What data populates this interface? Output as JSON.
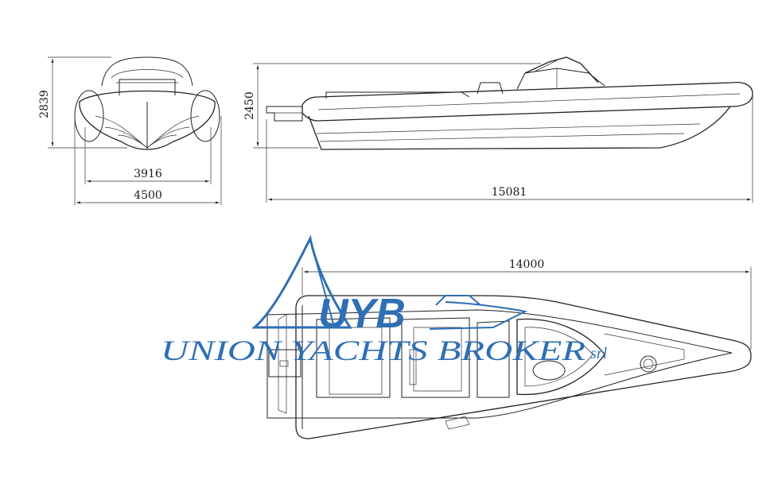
{
  "dimensions": {
    "front_height": "2839",
    "front_inner_width": "3916",
    "front_outer_width": "4500",
    "side_height": "2450",
    "side_length": "15081",
    "top_length": "14000"
  },
  "watermark": {
    "logo_letters": "UYB",
    "company": "UNION YACHTS BROKER",
    "suffix": "srl",
    "color": "#2f6fb4"
  },
  "colors": {
    "line": "#222222",
    "background": "#ffffff"
  }
}
